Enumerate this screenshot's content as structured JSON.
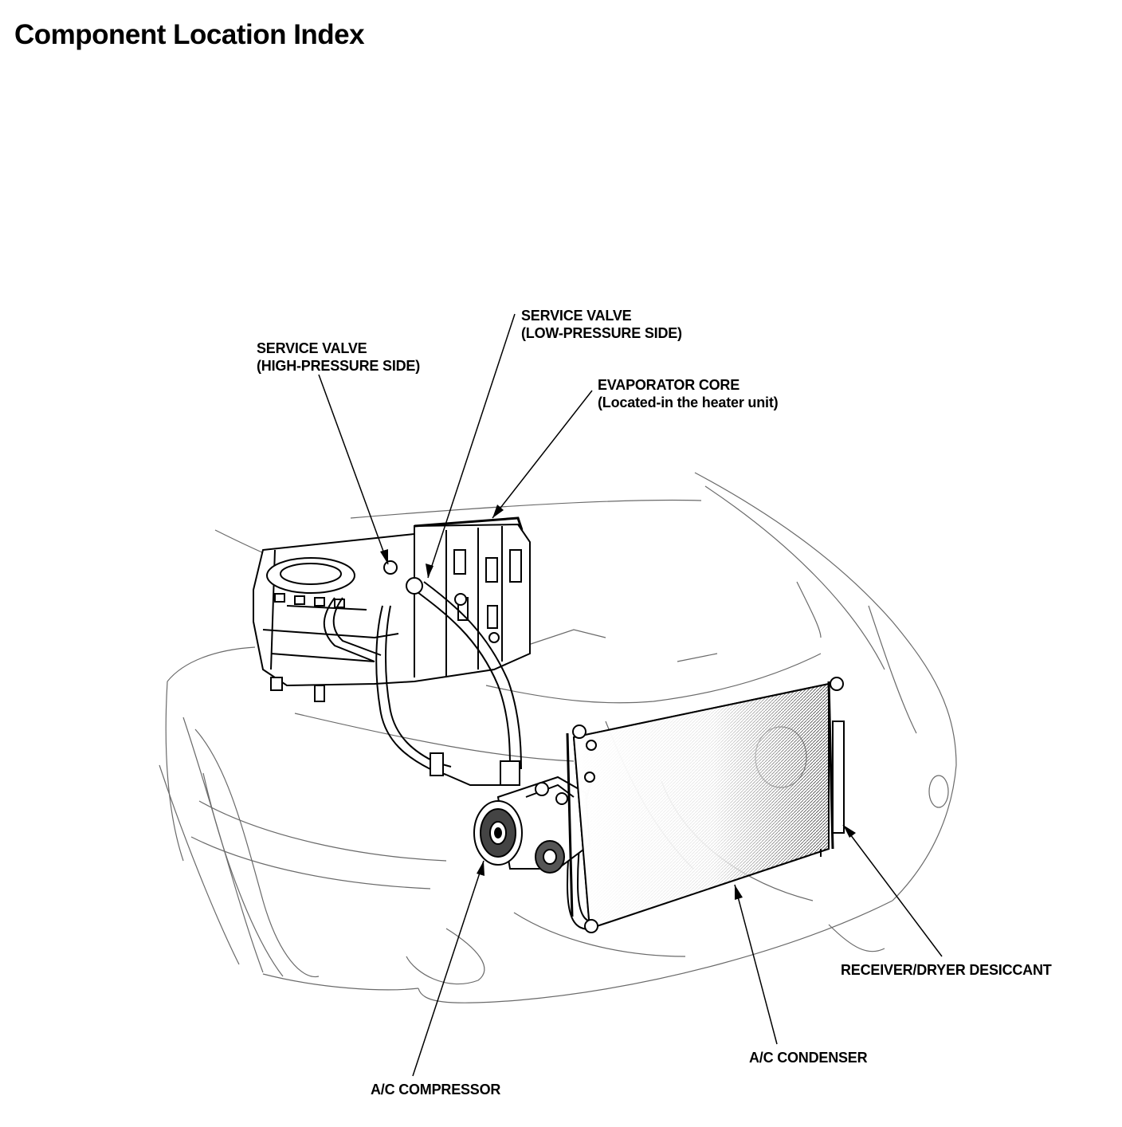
{
  "title": "Component Location Index",
  "callouts": {
    "service_valve_high": {
      "line1": "SERVICE VALVE",
      "line2": "(HIGH-PRESSURE SIDE)"
    },
    "service_valve_low": {
      "line1": "SERVICE VALVE",
      "line2": "(LOW-PRESSURE SIDE)"
    },
    "evaporator_core": {
      "line1": "EVAPORATOR CORE",
      "line2": "(Located-in the heater unit)"
    },
    "receiver_dryer": {
      "line1": "RECEIVER/DRYER DESICCANT"
    },
    "condenser": {
      "line1": "A/C CONDENSER"
    },
    "compressor": {
      "line1": "A/C COMPRESSOR"
    }
  },
  "colors": {
    "ink": "#000000",
    "outline": "#555555",
    "paper": "#ffffff"
  }
}
